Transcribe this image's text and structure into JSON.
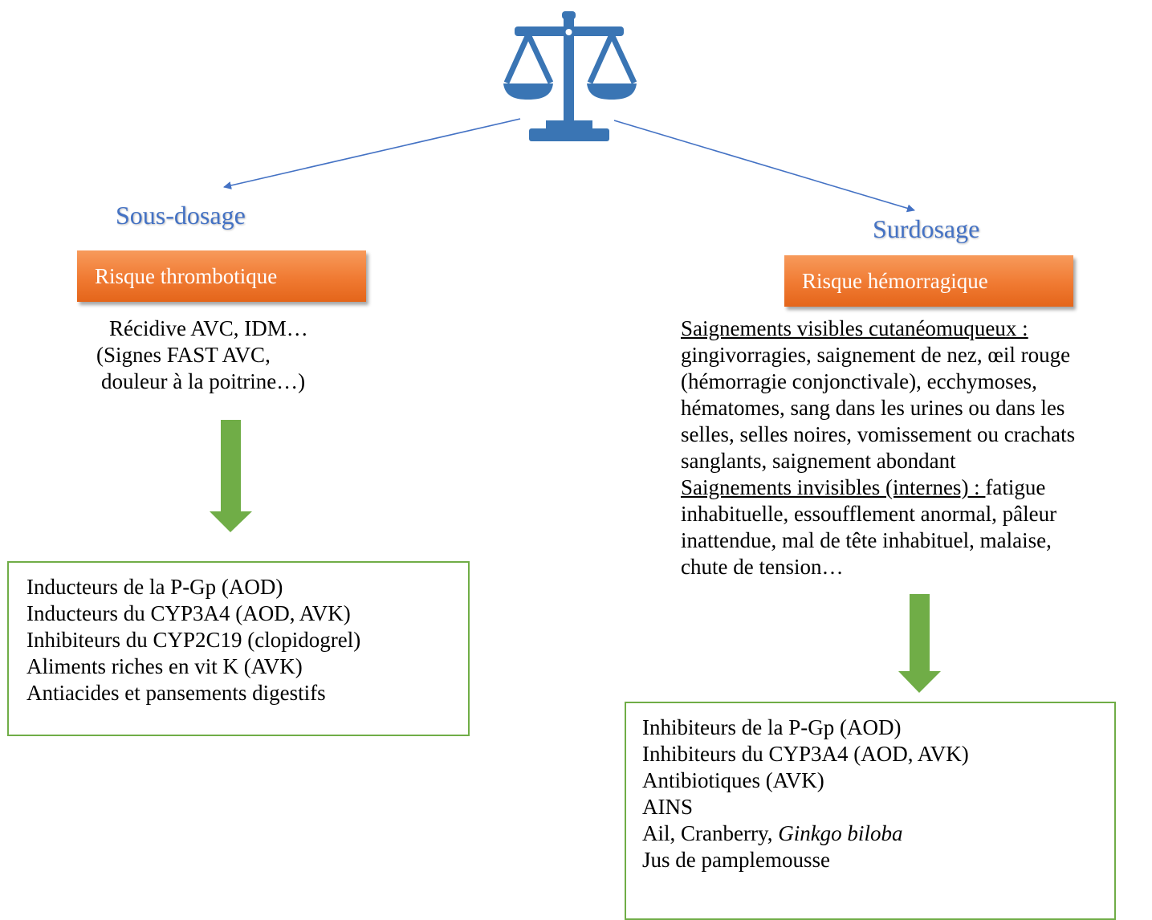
{
  "left_branch": {
    "heading": "Sous-dosage",
    "risk_label": "Risque thrombotique",
    "effects": [
      "Récidive AVC, IDM…",
      "(Signes FAST AVC,",
      "douleur à la poitrine…)"
    ],
    "causes": [
      "Inducteurs de la P-Gp (AOD)",
      "Inducteurs du CYP3A4 (AOD, AVK)",
      "Inhibiteurs du CYP2C19 (clopidogrel)",
      "Aliments riches en vit K (AVK)",
      "Antiacides et pansements digestifs"
    ]
  },
  "right_branch": {
    "heading": "Surdosage",
    "risk_label": "Risque hémorragique",
    "visible_title": "Saignements visibles cutanéomuqueux :",
    "visible_lines": [
      "gingivorragies, saignement de nez, œil rouge",
      "(hémorragie conjonctivale), ecchymoses,",
      "hématomes, sang dans les urines ou dans les",
      "selles, selles noires, vomissement ou crachats",
      "sanglants, saignement abondant"
    ],
    "invisible_title": "Saignements invisibles (internes) : ",
    "invisible_first": "fatigue",
    "invisible_lines": [
      "inhabituelle, essoufflement anormal, pâleur",
      "inattendue, mal de tête inhabituel, malaise,",
      "chute de tension…"
    ],
    "causes": [
      "Inhibiteurs de la P-Gp (AOD)",
      "Inhibiteurs du CYP3A4 (AOD, AVK)",
      "Antibiotiques (AVK)",
      "AINS"
    ],
    "cause_mixed_plain": "Ail, Cranberry, ",
    "cause_mixed_italic": "Ginkgo biloba",
    "cause_last": "Jus de pamplemousse"
  },
  "colors": {
    "scale_icon": "#3a75b4",
    "connector": "#4472c4",
    "heading": "#4472c4",
    "risk_box": "#f07a32",
    "green_arrow": "#70ad47",
    "green_border": "#70ad47"
  },
  "icons": {
    "balance": "balance-scale-icon"
  }
}
